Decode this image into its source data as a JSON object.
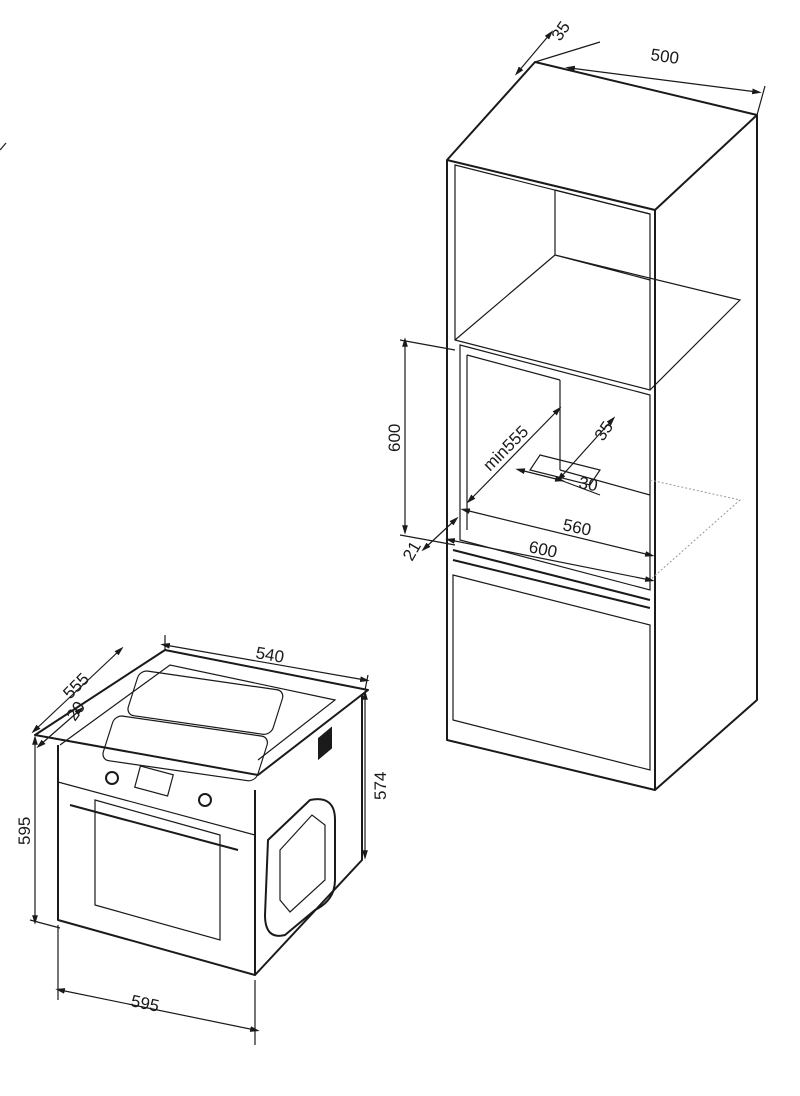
{
  "cabinet": {
    "dims": {
      "top_offset": "35",
      "top_depth": "500",
      "opening_height": "600",
      "min_depth": "min555",
      "rear_gap": "35",
      "vent_depth": "30",
      "inner_width": "560",
      "outer_width": "600",
      "front_offset": "21"
    }
  },
  "oven": {
    "dims": {
      "width_top": "540",
      "depth": "555",
      "front_panel": "20",
      "height_front": "595",
      "height_body": "574",
      "width_front": "595"
    }
  }
}
